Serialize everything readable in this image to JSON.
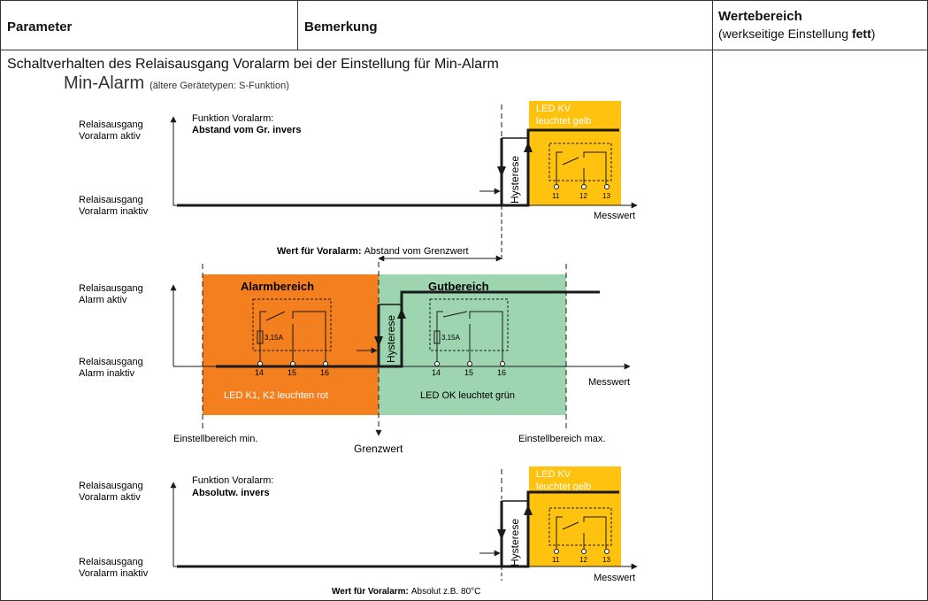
{
  "table": {
    "col_parameter": "Parameter",
    "col_remark": "Bemerkung",
    "col_range": "Wertebereich",
    "col_range_note_pre": "(werkseitige Einstellung ",
    "col_range_note_bold": "fett",
    "col_range_note_post": ")",
    "row_title": "Schaltverhalten des Relaisausgang Voralarm bei der Einstellung für Min-Alarm"
  },
  "diagram": {
    "heading": "Min-Alarm",
    "heading_note": "(ältere Gerätetypen: S-Funktion)",
    "top": {
      "label_active_1": "Relaisausgang",
      "label_active_2": "Voralarm aktiv",
      "label_inactive_1": "Relaisausgang",
      "label_inactive_2": "Voralarm inaktiv",
      "func_label": "Funktion Voralarm:",
      "func_value": "Abstand vom Gr. invers",
      "led_1": "LED KV",
      "led_2": "leuchtet gelb",
      "hysteresis": "Hysterese",
      "xlabel": "Messwert",
      "terminals": [
        "11",
        "12",
        "13"
      ],
      "value_label_bold": "Wert für Voralarm:",
      "value_label_text": "Abstand vom Grenzwert"
    },
    "middle": {
      "label_active_1": "Relaisausgang",
      "label_active_2": "Alarm aktiv",
      "label_inactive_1": "Relaisausgang",
      "label_inactive_2": "Alarm inaktiv",
      "alarm_zone": "Alarmbereich",
      "good_zone": "Gutbereich",
      "alarm_led": "LED K1, K2 leuchten rot",
      "good_led": "LED OK leuchtet grün",
      "hysteresis": "Hysterese",
      "fuse": "3,15A",
      "terminals": [
        "14",
        "15",
        "16"
      ],
      "xlabel": "Messwert",
      "range_min": "Einstellbereich min.",
      "range_max": "Einstellbereich max.",
      "limit": "Grenzwert"
    },
    "bottom": {
      "label_active_1": "Relaisausgang",
      "label_active_2": "Voralarm aktiv",
      "label_inactive_1": "Relaisausgang",
      "label_inactive_2": "Voralarm inaktiv",
      "func_label": "Funktion Voralarm:",
      "func_value": "Absolutw. invers",
      "led_1": "LED KV",
      "led_2": "leuchtet gelb",
      "hysteresis": "Hysterese",
      "xlabel": "Messwert",
      "terminals": [
        "11",
        "12",
        "13"
      ],
      "value_label_bold": "Wert für Voralarm:",
      "value_label_text": "Absolut z.B. 80°C"
    },
    "colors": {
      "alarm": "#F47F1F",
      "good": "#9DD5B1",
      "led_yellow": "#FFC20E",
      "line": "#1a1a1a"
    }
  }
}
